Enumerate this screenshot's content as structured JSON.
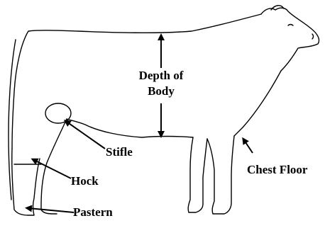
{
  "labels": {
    "depth_line1": "Depth of",
    "depth_line2": "Body",
    "stifle": "Stifle",
    "hock": "Hock",
    "chest_floor": "Chest Floor",
    "pastern": "Pastern"
  },
  "colors": {
    "line": "#000000",
    "background": "#ffffff"
  }
}
